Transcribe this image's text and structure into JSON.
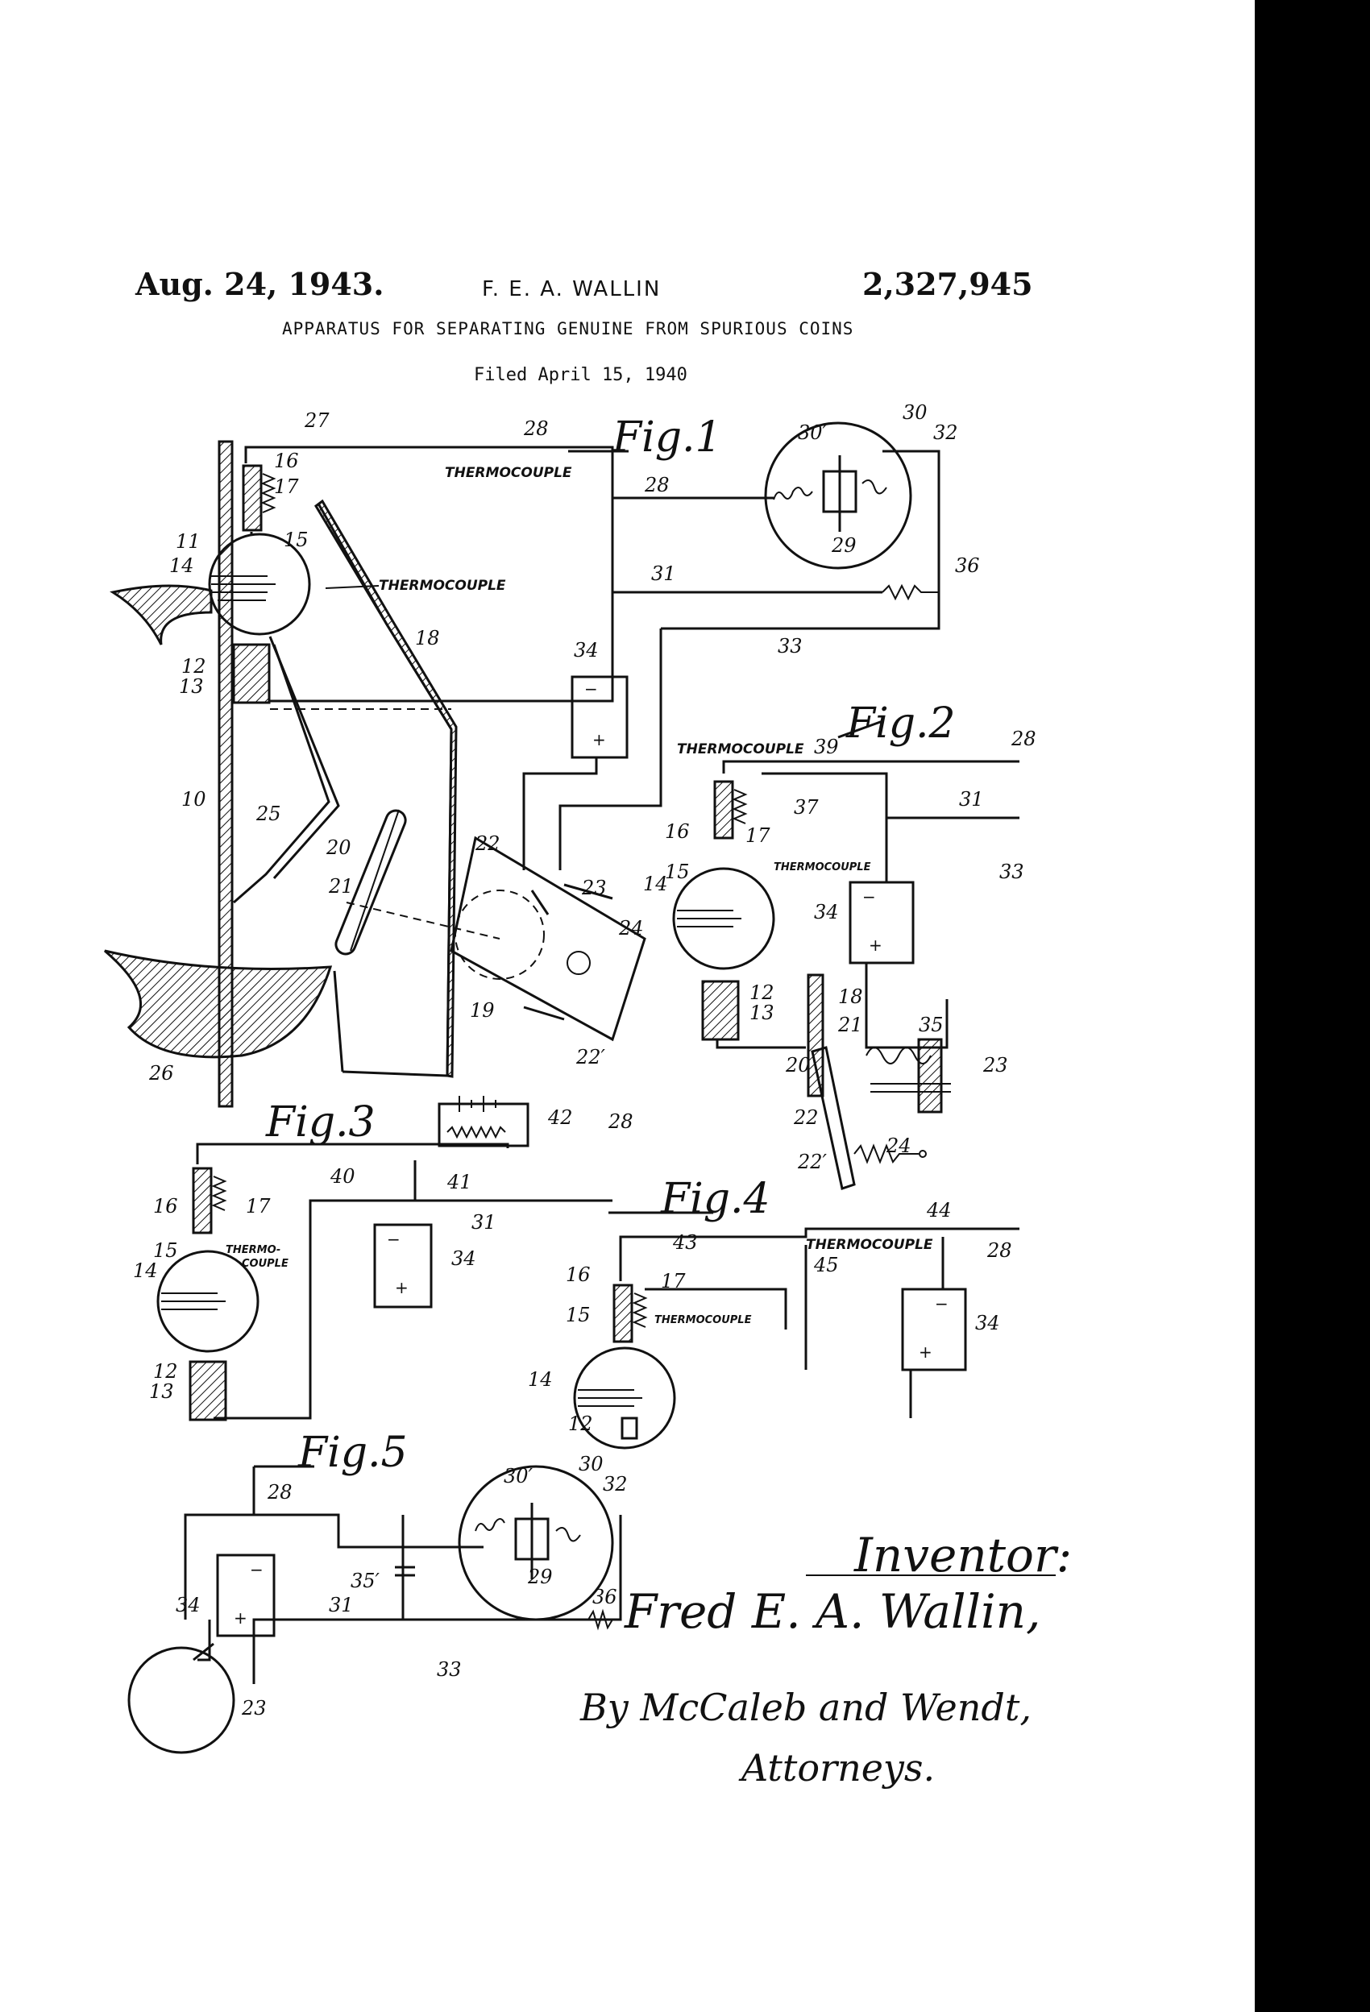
{
  "header": {
    "date": "Aug. 24, 1943.",
    "inventor": "F. E. A. WALLIN",
    "patent_number": "2,327,945",
    "title": "APPARATUS FOR SEPARATING GENUINE FROM SPURIOUS COINS",
    "filed": "Filed April 15, 1940"
  },
  "figures": {
    "fig1": "Fig.1",
    "fig2": "Fig.2",
    "fig3": "Fig.3",
    "fig4": "Fig.4",
    "fig5": "Fig.5"
  },
  "labels": {
    "thermocouple": "THERMOCOUPLE",
    "thermo_a": "THERMO-",
    "thermo_b": "COUPLE",
    "plus": "+",
    "minus": "−"
  },
  "signature": {
    "inventor_caption": "Inventor:",
    "inventor_name": "Fred E. A. Wallin,",
    "by_line": "By McCaleb and Wendt,",
    "attorneys": "Attorneys."
  },
  "colors": {
    "ink": "#111111",
    "paper": "#ffffff",
    "scan_edge": "#000000"
  }
}
